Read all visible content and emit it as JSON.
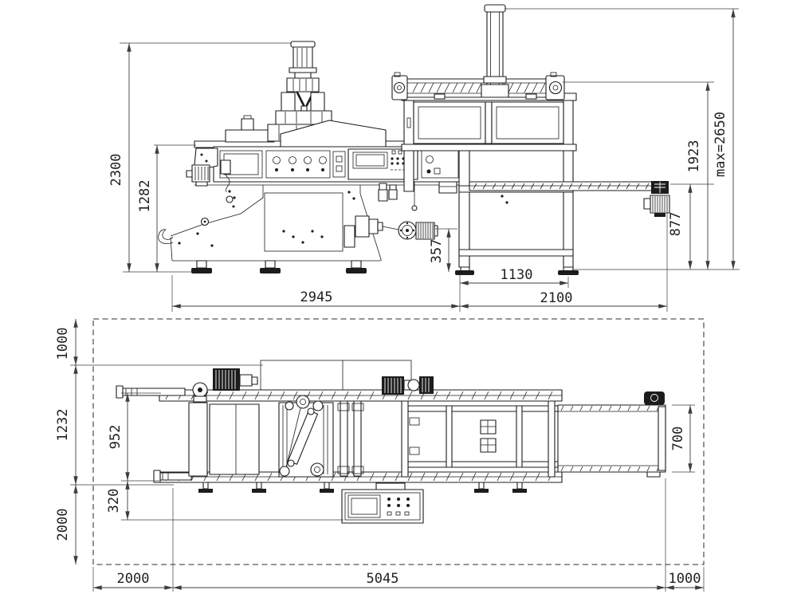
{
  "colors": {
    "machine_line": "#1c1c1c",
    "dimension_line": "#3d3d3d",
    "background": "#ffffff"
  },
  "side_view": {
    "dim_overall_height": "2300",
    "dim_deck_height": "1282",
    "dim_winder_height": "357",
    "dim_body_length": "2945",
    "dim_station_leg_span": "1130",
    "dim_station_length": "2100",
    "dim_conveyor_height": "877",
    "dim_rail_height": "1923",
    "dim_max_height": "max=2650"
  },
  "plan_view": {
    "dim_top_clearance": "1000",
    "dim_machine_width": "1232",
    "dim_rail_span": "952",
    "dim_panel_offset": "320",
    "dim_bottom_clearance": "2000",
    "dim_left_clearance": "2000",
    "dim_overall_length": "5045",
    "dim_right_clearance": "1000",
    "dim_conveyor_width": "700"
  }
}
